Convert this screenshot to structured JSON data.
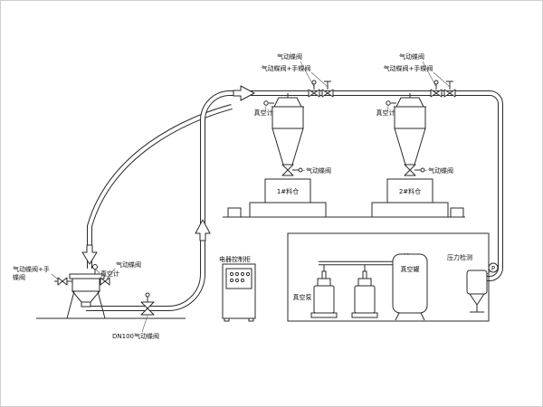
{
  "colors": {
    "line": "#2a2a2a",
    "text": "#111111",
    "background": "#ffffff"
  },
  "receivers": [
    {
      "inlet_valve": "气动蝶阀",
      "inlet_valve_manual": "气动蝶阀+手蝶阀",
      "vacuum_gauge": "真空计",
      "discharge_valve": "气动蝶阀",
      "bin": "1#料仓"
    },
    {
      "inlet_valve": "气动蝶阀",
      "inlet_valve_manual": "气动蝶阀+手蝶阀",
      "vacuum_gauge": "真空计",
      "discharge_valve": "气动蝶阀",
      "bin": "2#料仓"
    }
  ],
  "feeder": {
    "side_valve_line1": "气动蝶阀+手",
    "side_valve_line2": "蝶阀",
    "vacuum_gauge": "真空计",
    "top_valve": "气动蝶阀",
    "line_valve": "DN100气动蝶阀"
  },
  "cabinet": {
    "label": "电器控制柜"
  },
  "pump_room": {
    "pump": "真空泵",
    "tank": "真空罐",
    "pressure": "压力检测",
    "gauge_letter": "P"
  }
}
